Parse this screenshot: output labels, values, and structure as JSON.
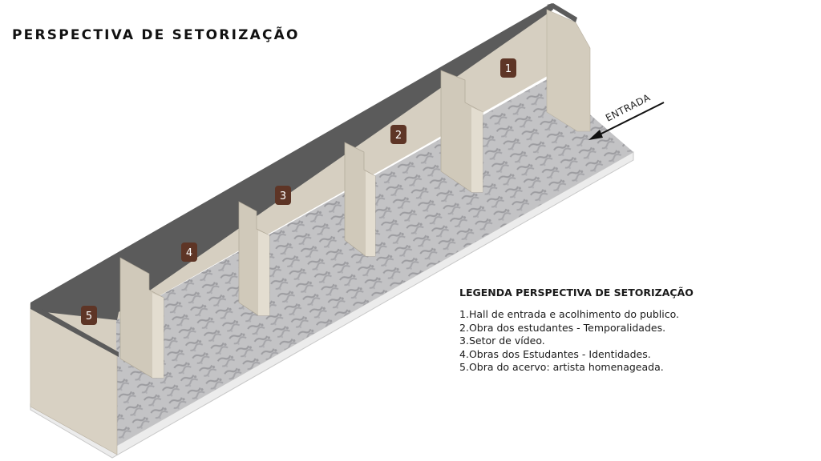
{
  "title": "PERSPECTIVA DE SETORIZAÇÃO",
  "entrance_label": "ENTRADA",
  "zones": [
    {
      "label": "1"
    },
    {
      "label": "2"
    },
    {
      "label": "3"
    },
    {
      "label": "4"
    },
    {
      "label": "5"
    }
  ],
  "legend": {
    "title": "LEGENDA PERSPECTIVA DE SETORIZAÇÃO",
    "items": [
      {
        "num": "1.",
        "text": "Hall de entrada e acolhimento do publico."
      },
      {
        "num": "2.",
        "text": "Obra dos estudantes - Temporalidades."
      },
      {
        "num": "3.",
        "text": "Setor de vídeo."
      },
      {
        "num": "4.",
        "text": "Obras dos Estudantes - Identidades."
      },
      {
        "num": "5.",
        "text": "Obra do acervo: artista homenageada."
      }
    ]
  },
  "colors": {
    "wall": "#d6cfc1",
    "wall_side": "#c8c0b0",
    "wall_top": "#5a5a5a",
    "floor": "#bcbcbe",
    "badge": "#5e3526",
    "base": "#eeeeee"
  }
}
